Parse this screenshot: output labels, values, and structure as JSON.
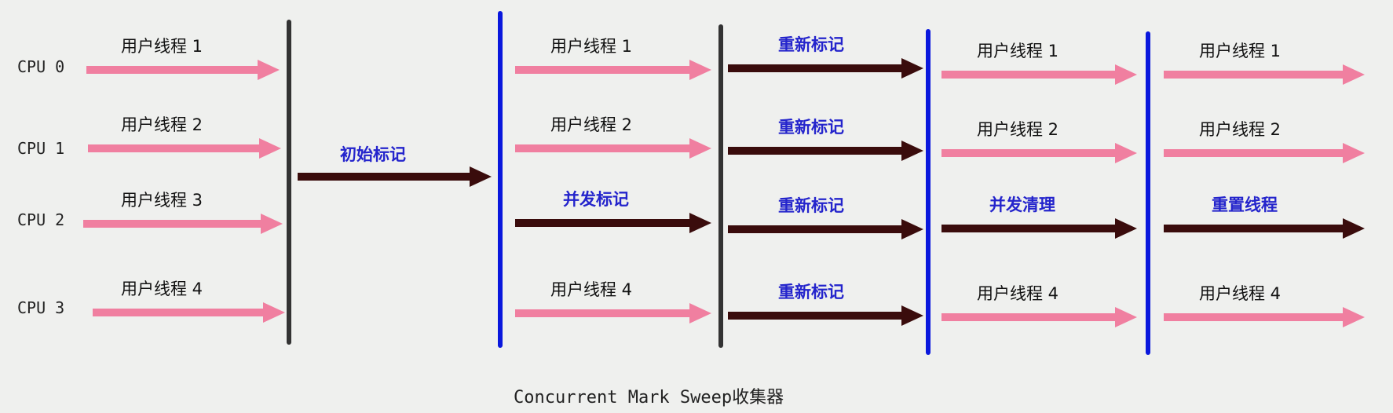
{
  "cpus": [
    "CPU 0",
    "CPU 1",
    "CPU 2",
    "CPU 3"
  ],
  "phase1": {
    "labels": [
      "用户线程 1",
      "用户线程 2",
      "用户线程 3",
      "用户线程 4"
    ]
  },
  "initial_mark": {
    "label": "初始标记"
  },
  "phase2": {
    "labels": [
      "用户线程 1",
      "用户线程 2",
      "并发标记",
      "用户线程 4"
    ]
  },
  "phase3": {
    "labels": [
      "重新标记",
      "重新标记",
      "重新标记",
      "重新标记"
    ]
  },
  "phase4": {
    "labels": [
      "用户线程 1",
      "用户线程 2",
      "并发清理",
      "用户线程 4"
    ]
  },
  "phase5": {
    "labels": [
      "用户线程 1",
      "用户线程 2",
      "重置线程",
      "用户线程 4"
    ]
  },
  "caption": "Concurrent Mark Sweep收集器",
  "colors": {
    "user_thread": "#f07fa0",
    "gc_thread": "#3a0c0c",
    "gc_label": "#2424cc",
    "stw_barrier": "#333333",
    "concurrent_barrier": "#0a18dd"
  }
}
